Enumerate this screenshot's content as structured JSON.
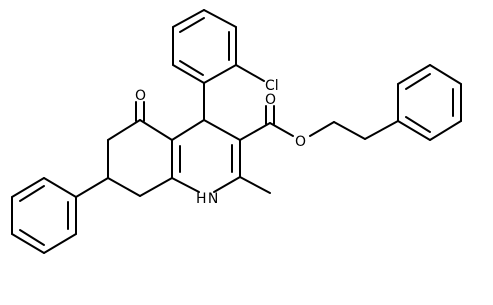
{
  "molecule": {
    "atom_labels": {
      "chlorine": "Cl",
      "ketone_oxygen": "O",
      "ester_carbonyl_oxygen": "O",
      "ester_ether_oxygen": "O",
      "ring_nitrogen": "H N"
    }
  }
}
